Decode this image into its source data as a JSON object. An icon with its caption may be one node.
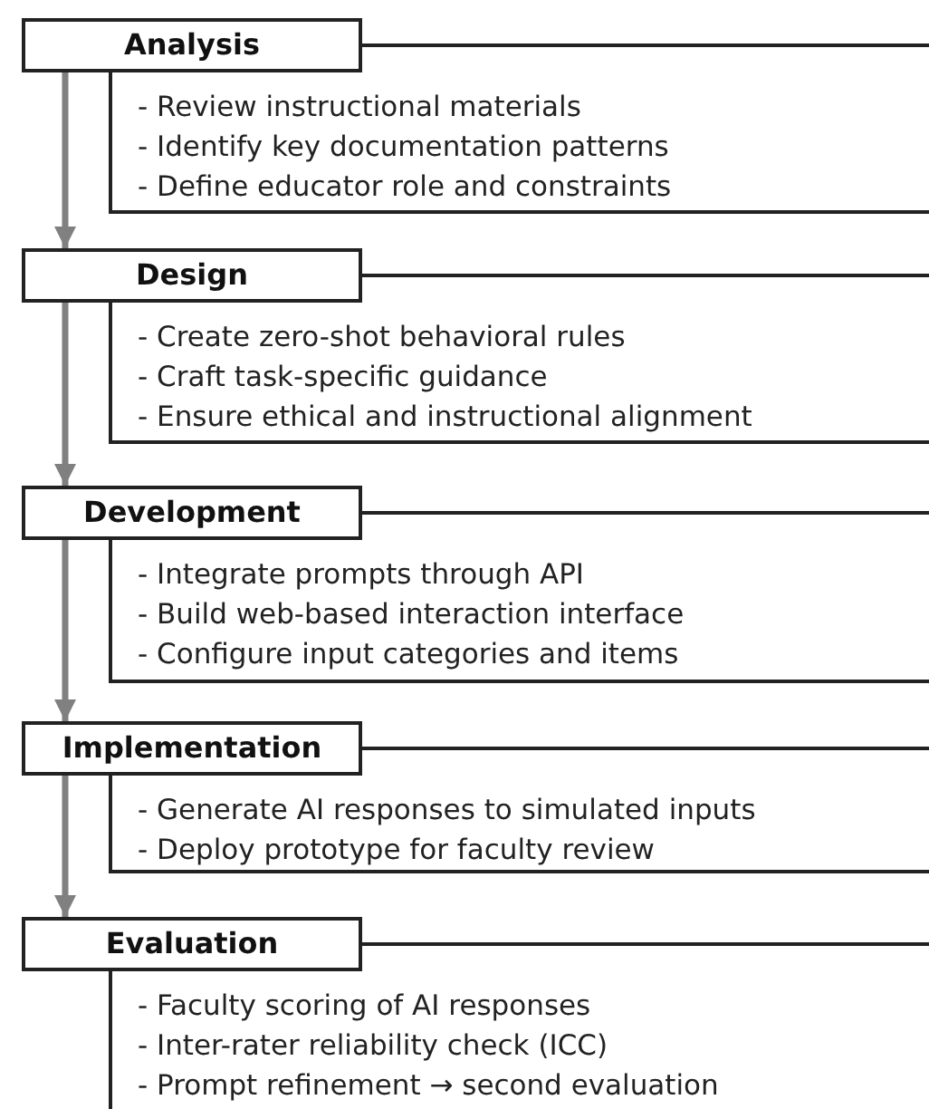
{
  "diagram": {
    "nodes": [
      {
        "text": [
          "Analysis"
        ]
      },
      {
        "text": [
          "- Review instructional materials",
          "- Identify key documentation patterns",
          "- Define educator role and constraints"
        ]
      },
      {
        "text": [
          "Design"
        ]
      },
      {
        "text": [
          "- Create zero-shot behavioral rules",
          "- Craft task-specific guidance",
          "- Ensure ethical and instructional alignment"
        ]
      },
      {
        "text": [
          "Development"
        ]
      },
      {
        "text": [
          "- Integrate prompts through API",
          "- Build web-based interaction interface",
          "- Configure input categories and items"
        ]
      },
      {
        "text": [
          "Implementation"
        ]
      },
      {
        "text": [
          "- Generate AI responses to simulated inputs",
          "- Deploy prototype for faculty review"
        ]
      },
      {
        "text": [
          "Evaluation"
        ]
      },
      {
        "text": [
          "- Faculty scoring of AI responses",
          "- Inter-rater reliability check (ICC)",
          "- Prompt refinement → second evaluation"
        ]
      }
    ],
    "edges": [
      {
        "from": 0,
        "to": 2,
        "arrow": "to"
      },
      {
        "from": 2,
        "to": 4,
        "arrow": "to"
      },
      {
        "from": 4,
        "to": 6,
        "arrow": "to"
      },
      {
        "from": 6,
        "to": 8,
        "arrow": "to"
      }
    ]
  }
}
